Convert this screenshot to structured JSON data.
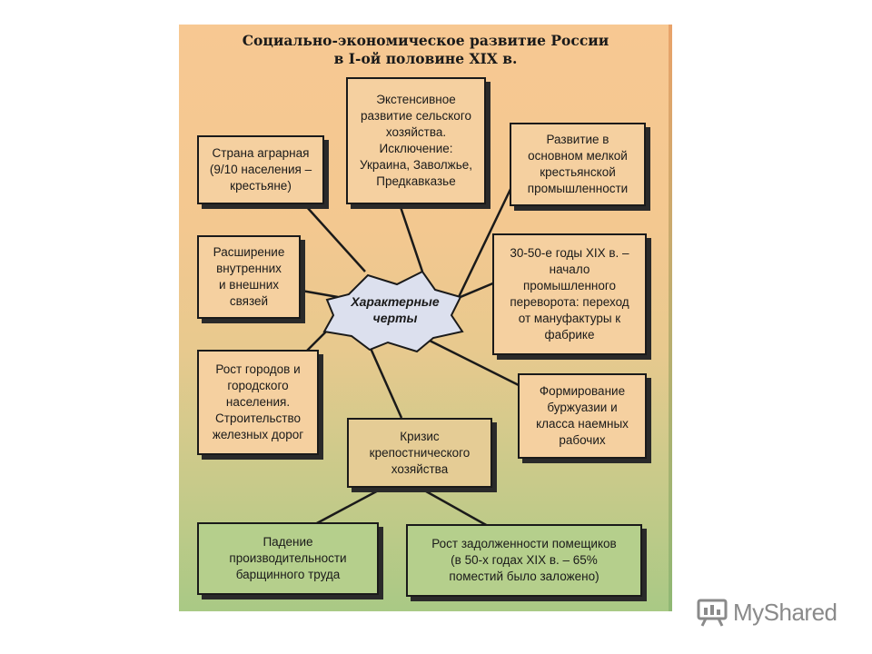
{
  "diagram": {
    "title": "Социально-экономическое развитие России\nв I-ой половине XIX в.",
    "center": "Характерные\nчерты",
    "boxes": {
      "agrarian": "Страна аграрная\n(9/10 населения –\nкрестьяне)",
      "extensive": "Экстенсивное\nразвитие сельского\nхозяйства.\nИсключение:\nУкраина, Заволжье,\nПредкавказье",
      "peasant_industry": "Развитие в\nосновном мелкой\nкрестьянской\nпромышленности",
      "trade": "Расширение\nвнутренних\nи внешних\nсвязей",
      "industrial_revolution": "30-50-е годы XIX в. –\nначало\nпромышленного\nпереворота: переход\nот мануфактуры к\nфабрике",
      "cities": "Рост городов и\nгородского\nнаселения.\nСтроительство\nжелезных дорог",
      "bourgeoisie": "Формирование\nбуржуазии и\nкласса наемных\nрабочих",
      "serfdom_crisis": "Кризис\nкрепостнического\nхозяйства",
      "productivity": "Падение\nпроизводительности\nбарщинного труда",
      "debt": "Рост задолженности помещиков\n(в 50-х годах XIX в. – 65%\nпоместий было заложено)"
    }
  },
  "watermark": {
    "text": "MyShared",
    "icon": "presentation-board-icon"
  },
  "colors": {
    "box_orange": "#f5d0a0",
    "box_green": "#b5cf8c",
    "line": "#1a1a1a"
  }
}
